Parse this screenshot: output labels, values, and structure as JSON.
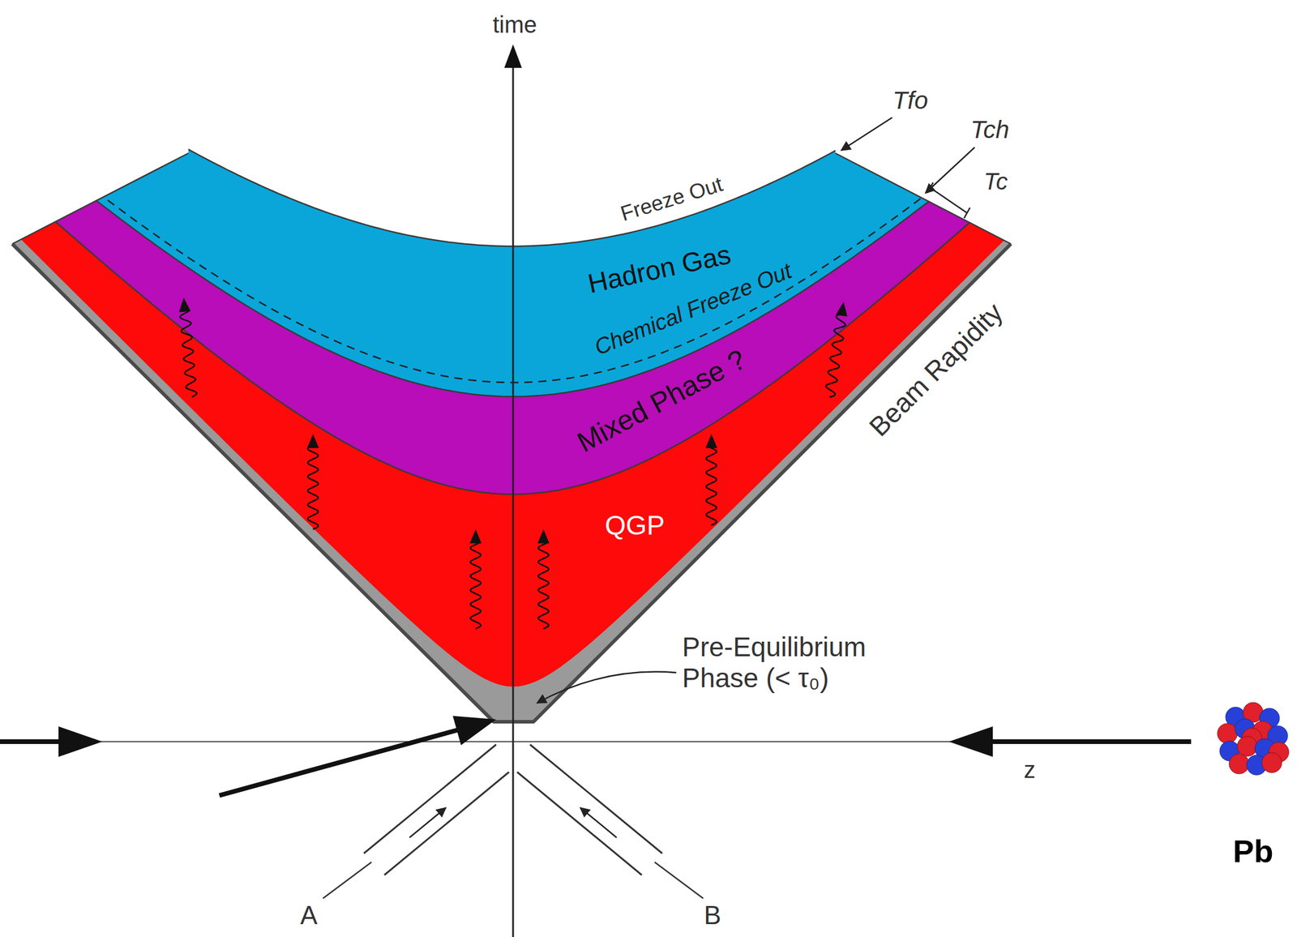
{
  "diagram": {
    "nodes": [
      {
        "text": [
          "Hadron Gas"
        ]
      },
      {
        "text": [
          "Mixed Phase ?"
        ]
      },
      {
        "text": [
          "QGP"
        ]
      }
    ],
    "labels": [
      "time",
      "Tfo",
      "Tch",
      "Tc",
      "Freeze Out",
      "Chemical Freeze Out",
      "Beam Rapidity",
      "Pre-Equilibrium Phase (< τ₀)",
      "z",
      "A",
      "B",
      "Pb"
    ]
  }
}
